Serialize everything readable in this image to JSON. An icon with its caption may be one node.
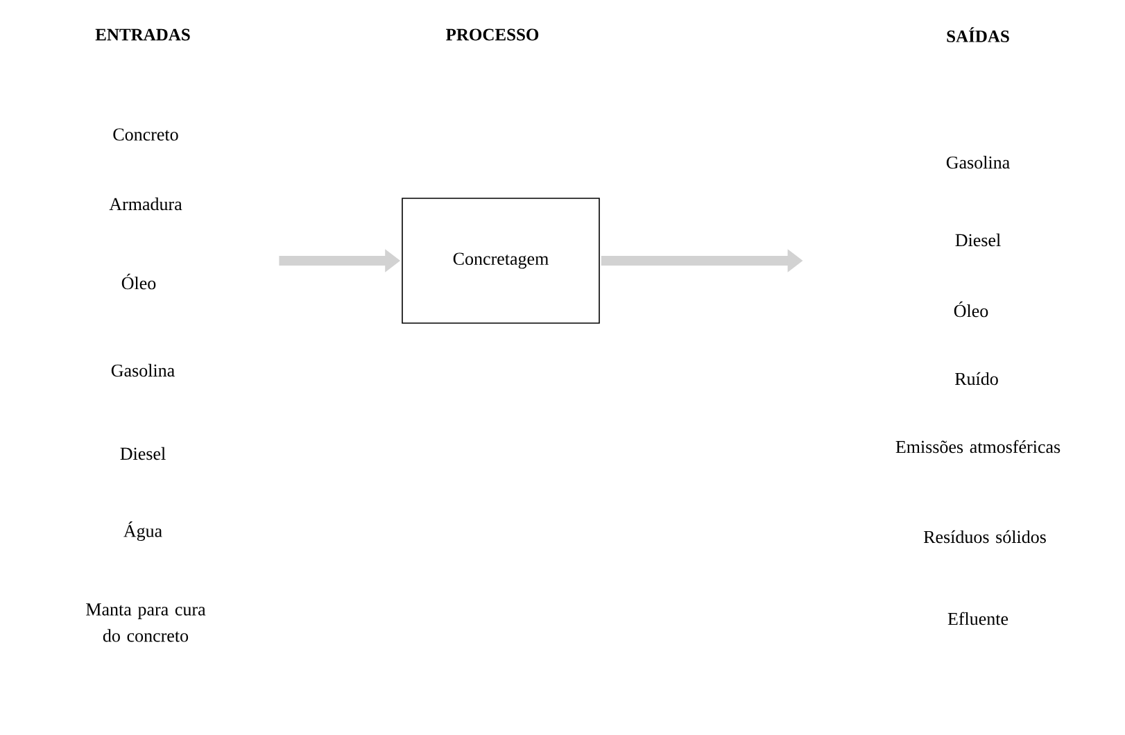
{
  "diagram": {
    "nodes": [
      {
        "text": [
          "ENTRADAS",
          "Concreto",
          "Armadura",
          "Óleo",
          "Gasolina",
          "Diesel",
          "Água",
          "Manta para cura do concreto"
        ]
      },
      {
        "text": [
          "Concretagem"
        ]
      },
      {
        "text": [
          "SAÍDAS",
          "Gasolina",
          "Diesel",
          "Óleo",
          "Ruído",
          "Emissões atmosféricas",
          "Resíduos sólidos",
          "Efluente"
        ]
      }
    ],
    "edges": [
      {
        "from": 0,
        "to": 1,
        "arrow": "to"
      },
      {
        "from": 1,
        "to": 2,
        "arrow": "to"
      }
    ],
    "labels": [
      "PROCESSO"
    ]
  }
}
